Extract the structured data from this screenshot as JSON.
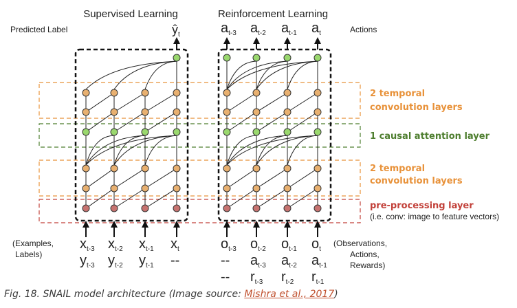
{
  "titles": {
    "supervised": "Supervised Learning",
    "reinforcement": "Reinforcement Learning"
  },
  "left_labels": {
    "predicted": "Predicted Label",
    "examples_line1": "(Examples,",
    "examples_line2": "Labels)"
  },
  "right_labels": {
    "actions": "Actions",
    "obs_line1": "(Observations,",
    "obs_line2": "Actions,",
    "obs_line3": "Rewards)"
  },
  "bands": [
    {
      "label1": "2 temporal",
      "label2": "convolution layers",
      "color": "#e8923a"
    },
    {
      "label1": "1 causal attention layer",
      "label2": "",
      "color": "#4e7e2f"
    },
    {
      "label1": "2 temporal",
      "label2": "convolution layers",
      "color": "#e8923a"
    },
    {
      "label1": "pre-processing layer",
      "label2": "(i.e. conv: image to feature vectors)",
      "color": "#c2413a"
    }
  ],
  "supervised_output": {
    "base": "ŷ",
    "sub": "t"
  },
  "rl_outputs": [
    {
      "base": "a",
      "sub": "t-3"
    },
    {
      "base": "a",
      "sub": "t-2"
    },
    {
      "base": "a",
      "sub": "t-1"
    },
    {
      "base": "a",
      "sub": "t"
    }
  ],
  "supervised_inputs": [
    [
      {
        "base": "x",
        "sub": "t-3"
      },
      {
        "base": "y",
        "sub": "t-3"
      }
    ],
    [
      {
        "base": "x",
        "sub": "t-2"
      },
      {
        "base": "y",
        "sub": "t-2"
      }
    ],
    [
      {
        "base": "x",
        "sub": "t-1"
      },
      {
        "base": "y",
        "sub": "t-1"
      }
    ],
    [
      {
        "base": "x",
        "sub": "t"
      },
      {
        "base": "--",
        "sub": ""
      }
    ]
  ],
  "rl_inputs": [
    [
      {
        "base": "o",
        "sub": "t-3"
      },
      {
        "base": "--",
        "sub": ""
      },
      {
        "base": "--",
        "sub": ""
      }
    ],
    [
      {
        "base": "o",
        "sub": "t-2"
      },
      {
        "base": "a",
        "sub": "t-3"
      },
      {
        "base": "r",
        "sub": "t-3"
      }
    ],
    [
      {
        "base": "o",
        "sub": "t-1"
      },
      {
        "base": "a",
        "sub": "t-2"
      },
      {
        "base": "r",
        "sub": "t-2"
      }
    ],
    [
      {
        "base": "o",
        "sub": "t"
      },
      {
        "base": "a",
        "sub": "t-1"
      },
      {
        "base": "r",
        "sub": "t-1"
      }
    ]
  ],
  "node_colors": {
    "pre": "#c77370",
    "conv": "#e8b070",
    "attn": "#9ad86e",
    "out": "#9ad86e"
  },
  "caption": {
    "prefix": "Fig. 18. SNAIL model architecture (Image source: ",
    "source": "Mishra et al., 2017",
    "suffix": ")"
  }
}
